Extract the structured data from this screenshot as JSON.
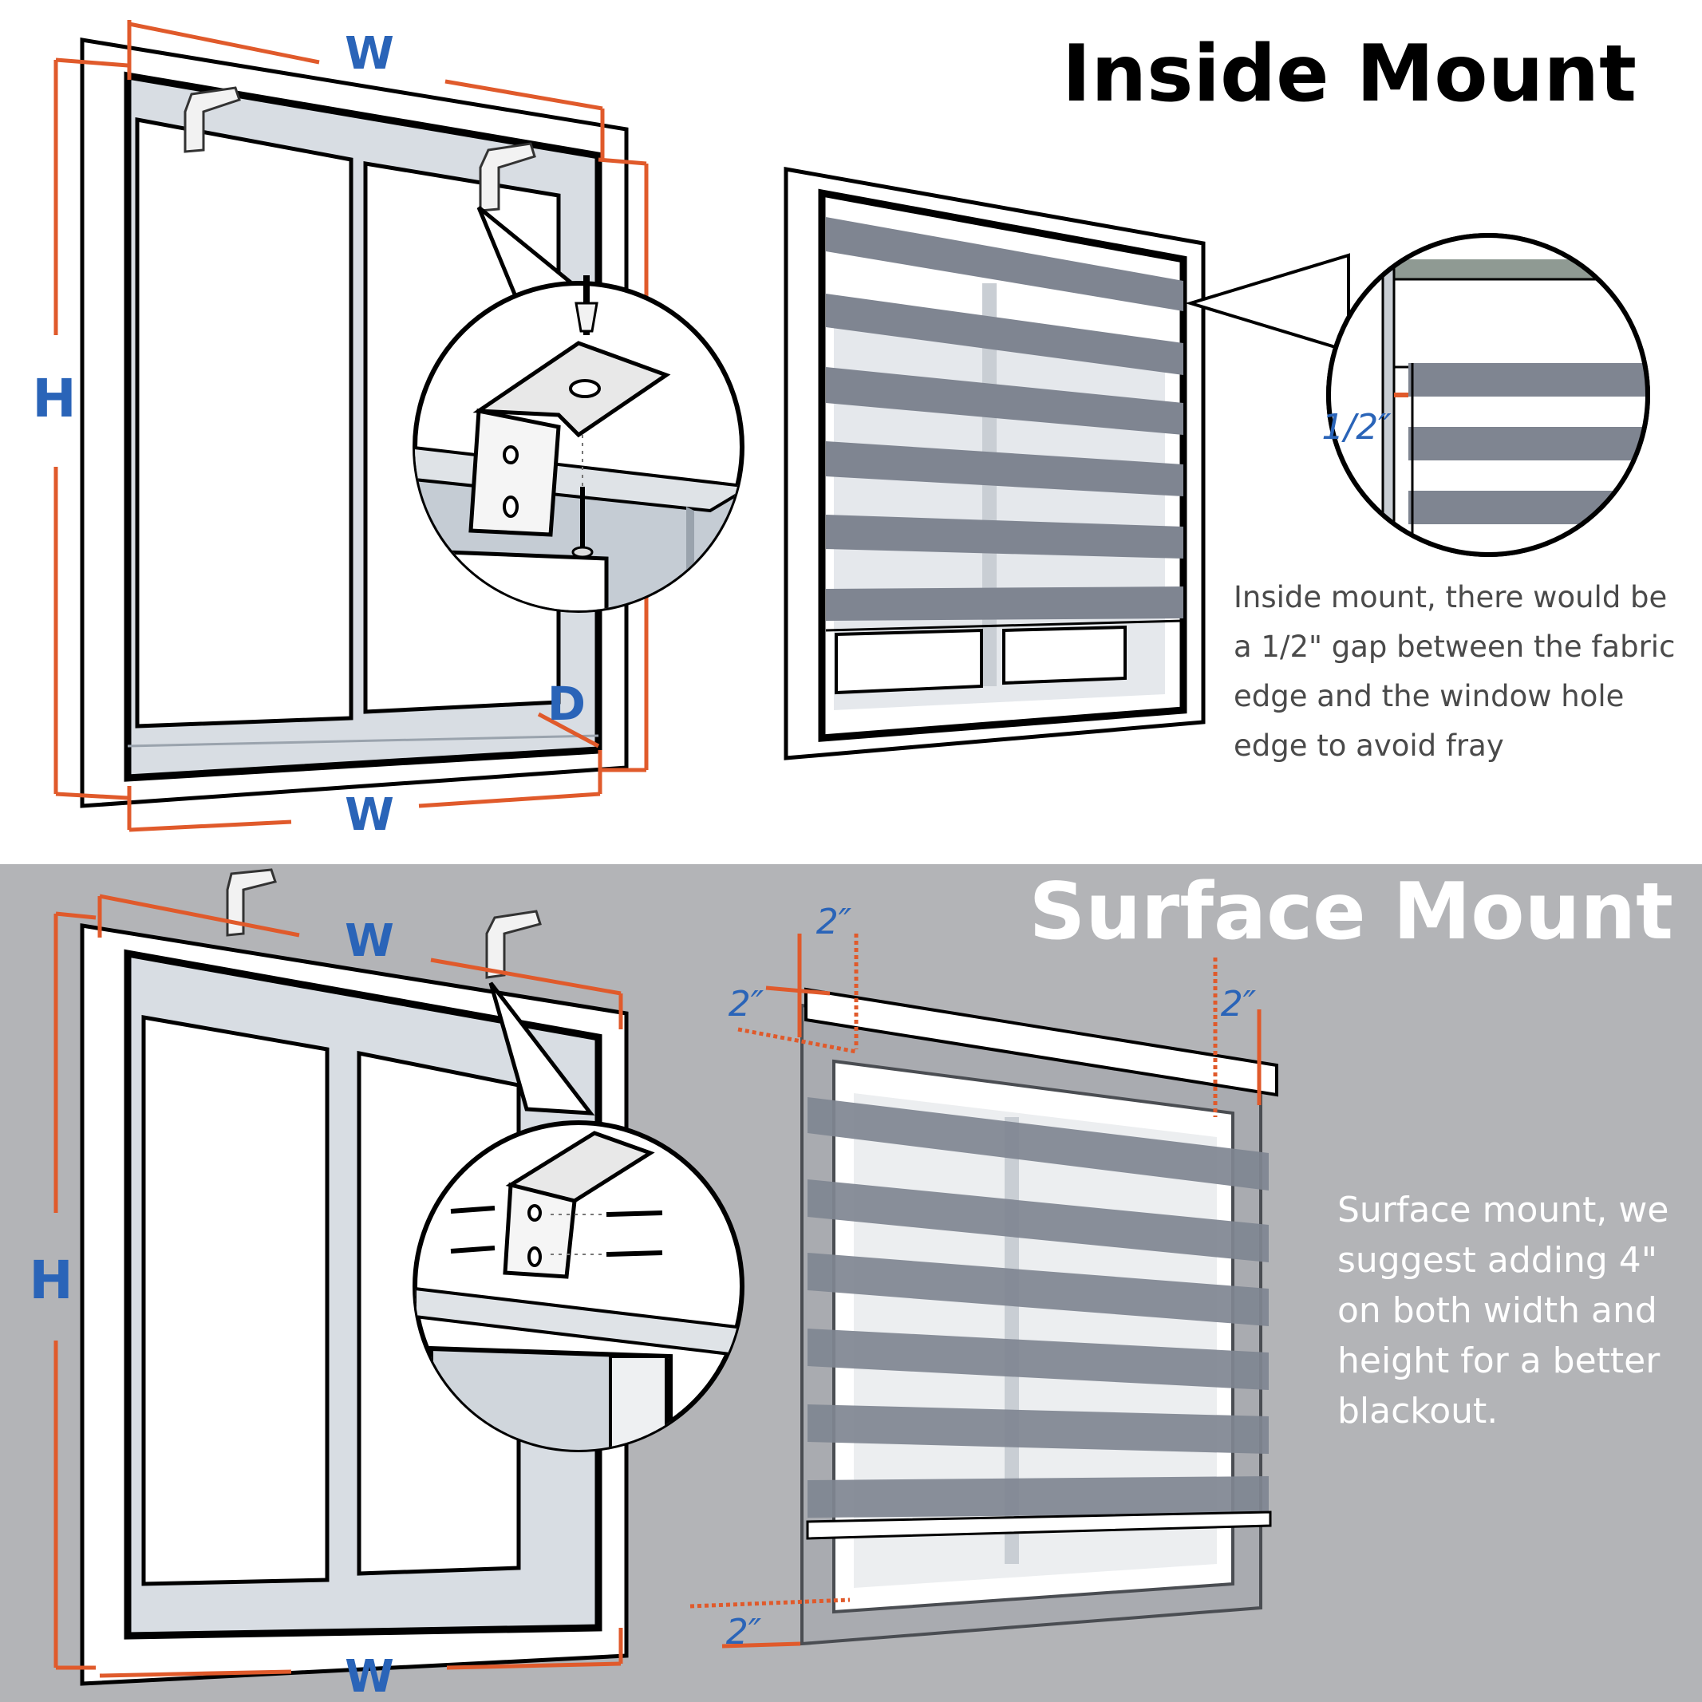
{
  "inside_mount": {
    "title": "Inside Mount",
    "note": "Inside mount, there would be a 1/2\" gap between the fabric edge and the window hole edge to avoid fray",
    "labels": {
      "width_top": "W",
      "width_bottom": "W",
      "height": "H",
      "depth": "D",
      "gap": "1/2″"
    }
  },
  "surface_mount": {
    "title": "Surface Mount",
    "note": "Surface mount, we suggest adding 4\" on both width and height for a better blackout.",
    "labels": {
      "width_top": "W",
      "width_bottom": "W",
      "height": "H",
      "ext_top": "2″",
      "ext_left": "2″",
      "ext_right": "2″",
      "ext_bottom": "2″"
    }
  },
  "colors": {
    "measure_line": "#e05a2b",
    "label_blue": "#2a64b8",
    "shade_slat": "#7f8591",
    "surface_background": "#b3b4b7",
    "outline": "#000000"
  }
}
